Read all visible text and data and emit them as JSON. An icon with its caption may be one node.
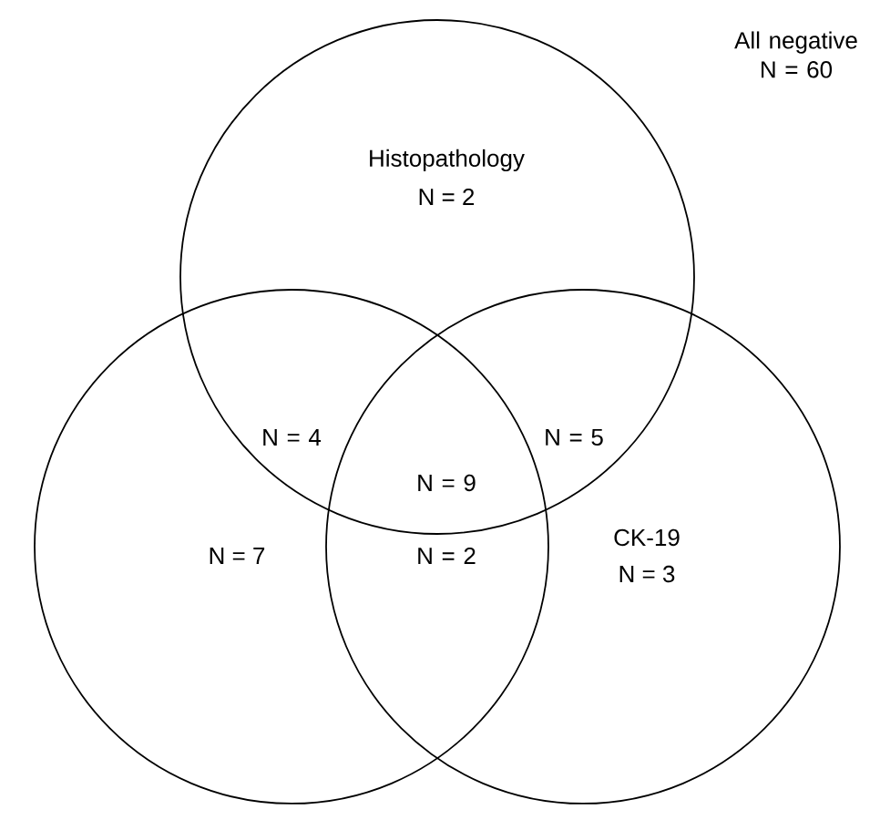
{
  "diagram": {
    "nodes": [
      {
        "text": [
          "Histopathology",
          "N = 2"
        ]
      },
      {
        "text": [
          "N = 7"
        ]
      },
      {
        "text": [
          "CK-19",
          "N = 3"
        ]
      }
    ],
    "labels": [
      "All negative N = 60",
      "N = 4",
      "N = 5",
      "N = 9",
      "N = 2"
    ]
  }
}
